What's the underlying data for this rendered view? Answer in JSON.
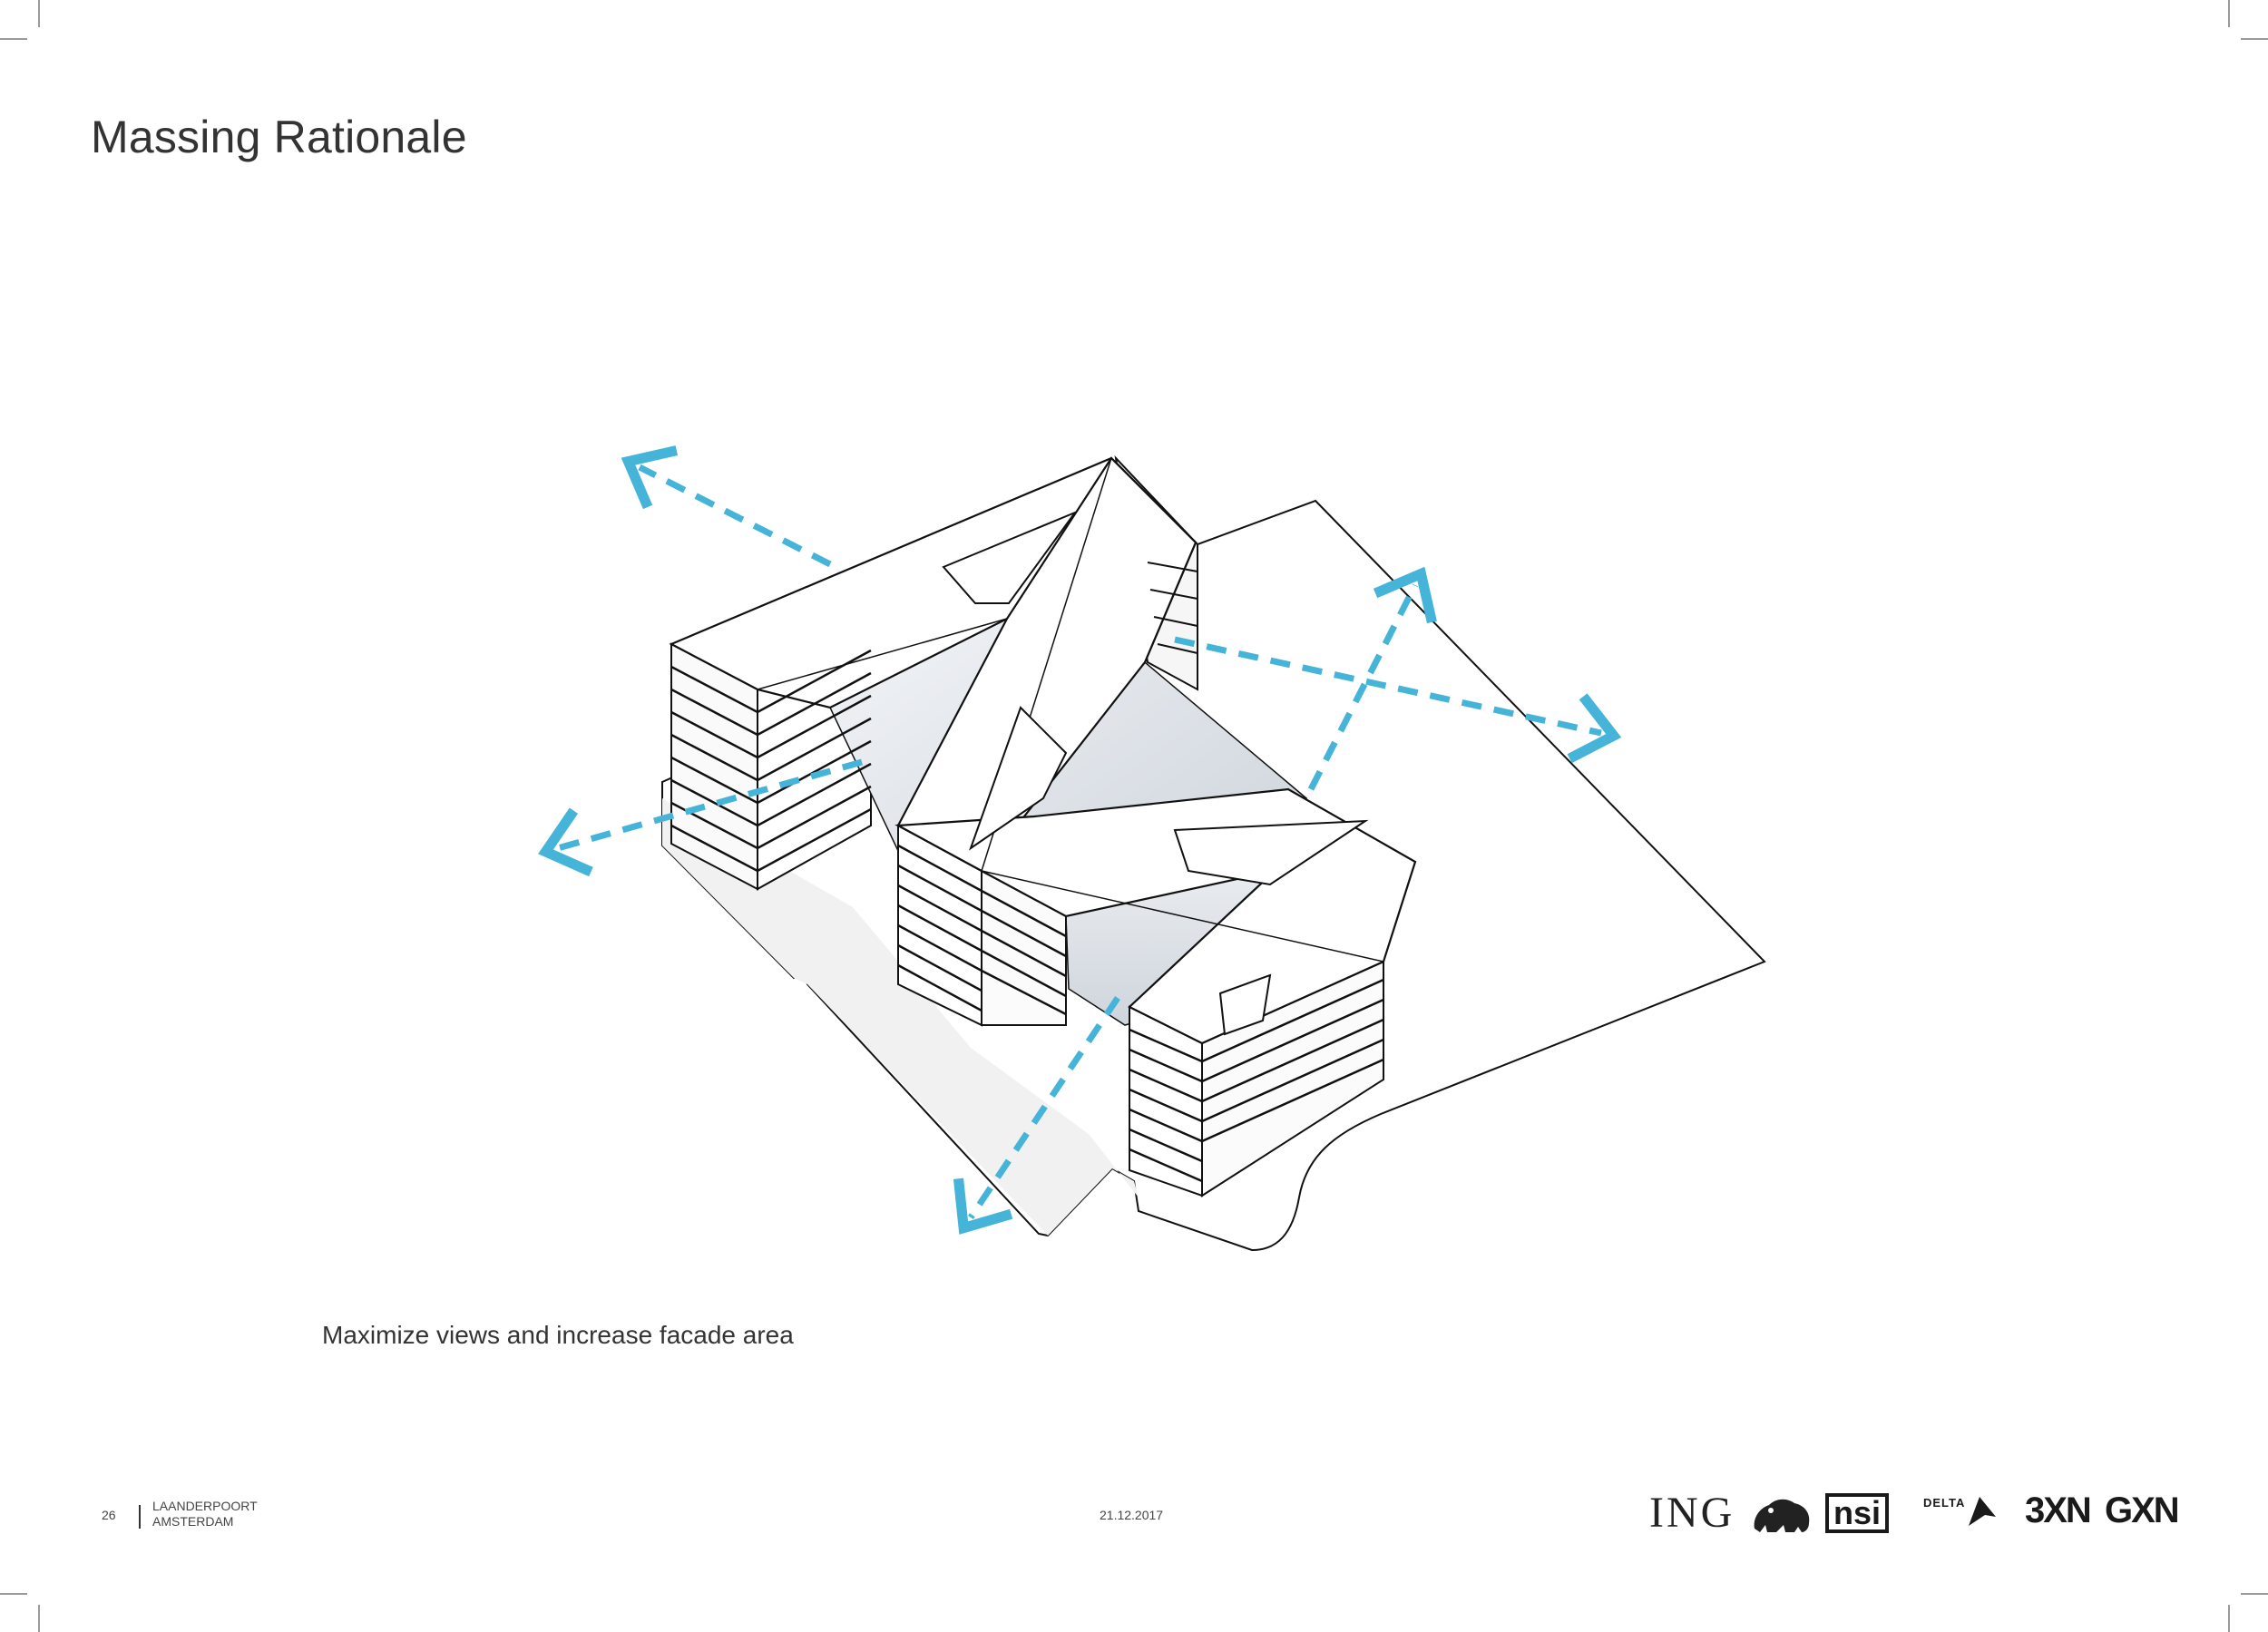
{
  "title": "Massing Rationale",
  "caption": "Maximize views and increase facade area",
  "footer": {
    "page_number": "26",
    "project_line1": "LAANDERPOORT",
    "project_line2": "AMSTERDAM",
    "date": "21.12.2017"
  },
  "logos": {
    "ing": "ING",
    "nsi": "nsi",
    "delta": "DELTA",
    "threexn": "3XN",
    "gxn": "GXN"
  },
  "colors": {
    "view_arrows": "#45b4d8",
    "building_faces": "#ffffff",
    "atrium_glass": "#e3e8ee",
    "outline": "#111111"
  }
}
